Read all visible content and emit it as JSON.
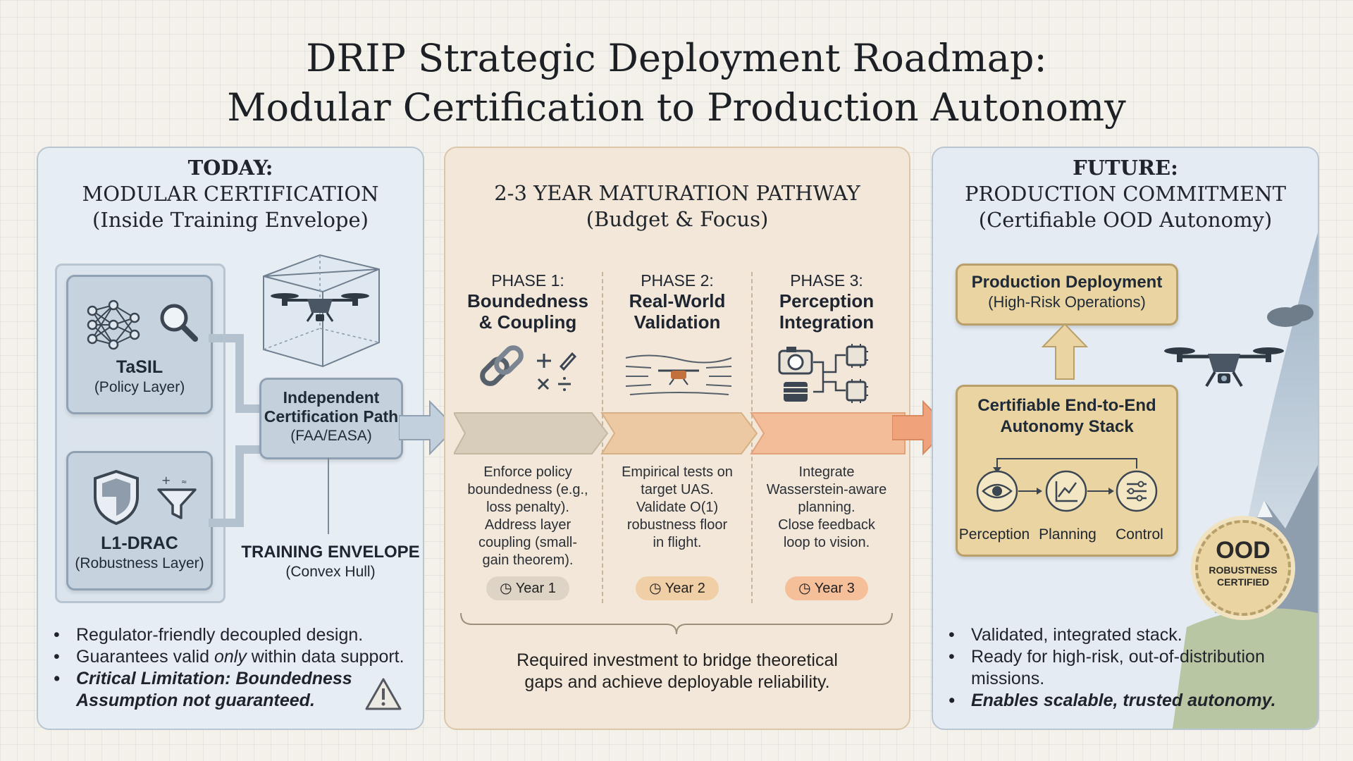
{
  "title": {
    "line1": "DRIP Strategic Deployment Roadmap:",
    "line2": "Modular Certification to Production Autonomy"
  },
  "today": {
    "heading1": "TODAY:",
    "heading2": "MODULAR CERTIFICATION",
    "heading3": "(Inside Training Envelope)",
    "tasil_title": "TaSIL",
    "tasil_sub": "(Policy Layer)",
    "l1_title": "L1-DRAC",
    "l1_sub": "(Robustness Layer)",
    "indep_title1": "Independent",
    "indep_title2": "Certification Path",
    "indep_sub": "(FAA/EASA)",
    "envelope_title": "TRAINING ENVELOPE",
    "envelope_sub": "(Convex Hull)",
    "bullet1": "Regulator-friendly decoupled design.",
    "bullet2_pre": "Guarantees valid ",
    "bullet2_em": "only",
    "bullet2_post": " within data support.",
    "bullet3_line1": "Critical Limitation: Boundedness",
    "bullet3_line2": "Assumption not guaranteed."
  },
  "pathway": {
    "heading1": "2-3 YEAR MATURATION PATHWAY",
    "heading2": "(Budget & Focus)",
    "phases": [
      {
        "label": "PHASE 1:",
        "name1": "Boundedness",
        "name2": "& Coupling",
        "desc": [
          "Enforce policy",
          "boundedness (e.g.,",
          "loss penalty).",
          "Address layer",
          "coupling (small-",
          "gain theorem)."
        ],
        "year": "Year 1",
        "color": "#d8cdbb"
      },
      {
        "label": "PHASE 2:",
        "name1": "Real-World",
        "name2": "Validation",
        "desc": [
          "Empirical tests on",
          "target UAS.",
          "Validate O(1)",
          "robustness floor",
          "in flight."
        ],
        "year": "Year 2",
        "color": "#ecc9a2"
      },
      {
        "label": "PHASE 3:",
        "name1": "Perception",
        "name2": "Integration",
        "desc": [
          "Integrate",
          "Wasserstein-aware",
          "planning.",
          "Close feedback",
          "loop to vision."
        ],
        "year": "Year 3",
        "color": "#f3bd9a"
      }
    ],
    "footer1": "Required investment to bridge theoretical",
    "footer2": "gaps and achieve deployable reliability."
  },
  "future": {
    "heading1": "FUTURE:",
    "heading2": "PRODUCTION COMMITMENT",
    "heading3": "(Certifiable OOD Autonomy)",
    "prod_title": "Production Deployment",
    "prod_sub": "(High-Risk Operations)",
    "stack_title1": "Certifiable End-to-End",
    "stack_title2": "Autonomy Stack",
    "stack_items": [
      "Perception",
      "Planning",
      "Control"
    ],
    "badge_big": "OOD",
    "badge_small1": "ROBUSTNESS",
    "badge_small2": "CERTIFIED",
    "bullet1": "Validated, integrated stack.",
    "bullet2_line1": "Ready for high-risk, out-of-distribution",
    "bullet2_line2": "missions.",
    "bullet3": "Enables scalable, trusted autonomy."
  },
  "icons": {
    "tasil": [
      "neural-network-icon",
      "magnifier-icon"
    ],
    "l1": [
      "shield-icon",
      "filter-icon"
    ],
    "phase1": [
      "chain-link-icon",
      "math-operators-icon"
    ],
    "phase2": [
      "drone-wind-icon"
    ],
    "phase3": [
      "camera-icon",
      "chip-icon",
      "sensor-icon"
    ],
    "future_stack": [
      "eye-icon",
      "chart-icon",
      "sliders-icon"
    ],
    "warning": "warning-icon",
    "clock": "clock-icon"
  },
  "colors": {
    "left_panel": "#e6edf3",
    "mid_panel": "#f2e7d8",
    "right_panel": "#e4ebf2",
    "gold": "#ead5a2",
    "arrow_blue": "#c2cfdc",
    "arrow_orange": "#f0a37a"
  }
}
